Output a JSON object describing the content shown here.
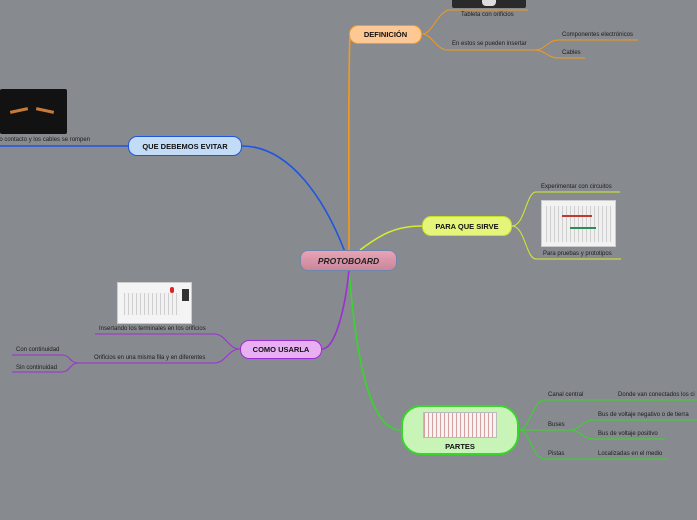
{
  "central": {
    "label": "PROTOBOARD"
  },
  "colors": {
    "background": "#878a8f",
    "definicion": "#f39a1e",
    "para_que_sirve": "#d4ec30",
    "partes": "#38d62a",
    "como_usarla": "#9b2fd6",
    "que_debemos_evitar": "#1f56e0"
  },
  "definicion": {
    "label": "DEFINICIÓN",
    "image_caption": "Tableta con orificios",
    "child": "En estos se pueden insertar",
    "grandchildren": [
      "Componentes electrónicos",
      "Cables"
    ]
  },
  "para_que_sirve": {
    "label": "PARA QUE SIRVE",
    "children": [
      "Experimentar con circuitos",
      "Para pruebas y prototipos"
    ]
  },
  "partes": {
    "label": "PARTES",
    "canal": {
      "label": "Canal central",
      "detail": "Donde van conectados los ci"
    },
    "buses": {
      "label": "Buses",
      "items": [
        "Bus de voltaje negativo o de tierra",
        "Bus de voltaje positivo"
      ]
    },
    "pistas": {
      "label": "Pistas",
      "detail": "Localizadas en el medio"
    }
  },
  "como_usarla": {
    "label": "COMO USARLA",
    "children": [
      "Insertando los terminales en los orificios",
      "Orificios en una misma fila y en diferentes"
    ],
    "grandchildren": [
      "Con continuidad",
      "Sin continuidad"
    ]
  },
  "que_debemos_evitar": {
    "label": "QUE DEBEMOS EVITAR",
    "child": "falso contacto y los cables se rompen"
  }
}
